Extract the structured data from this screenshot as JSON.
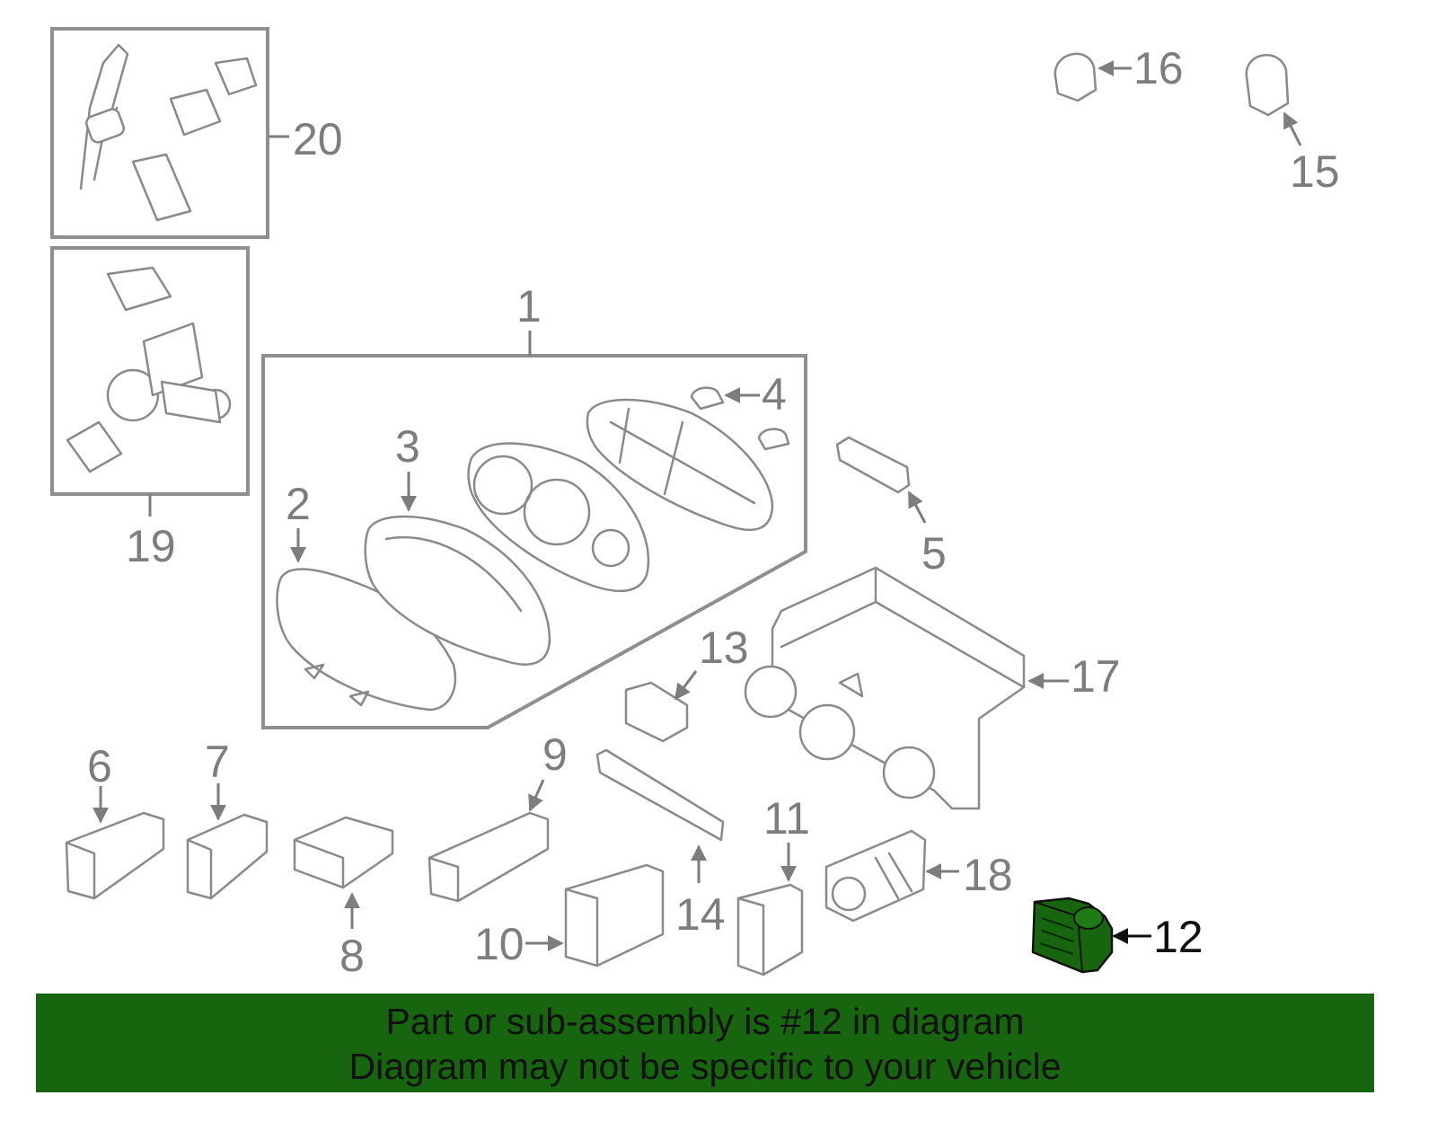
{
  "callouts": {
    "c1": "1",
    "c2": "2",
    "c3": "3",
    "c4": "4",
    "c5": "5",
    "c6": "6",
    "c7": "7",
    "c8": "8",
    "c9": "9",
    "c10": "10",
    "c11": "11",
    "c12": "12",
    "c13": "13",
    "c14": "14",
    "c15": "15",
    "c16": "16",
    "c17": "17",
    "c18": "18",
    "c19": "19",
    "c20": "20"
  },
  "highlight": {
    "part": "12",
    "color": "#17660f"
  },
  "banner": {
    "line1": "Part or sub-assembly is #12 in diagram",
    "line2": "Diagram may not be specific to your vehicle",
    "color": "#17660f"
  }
}
